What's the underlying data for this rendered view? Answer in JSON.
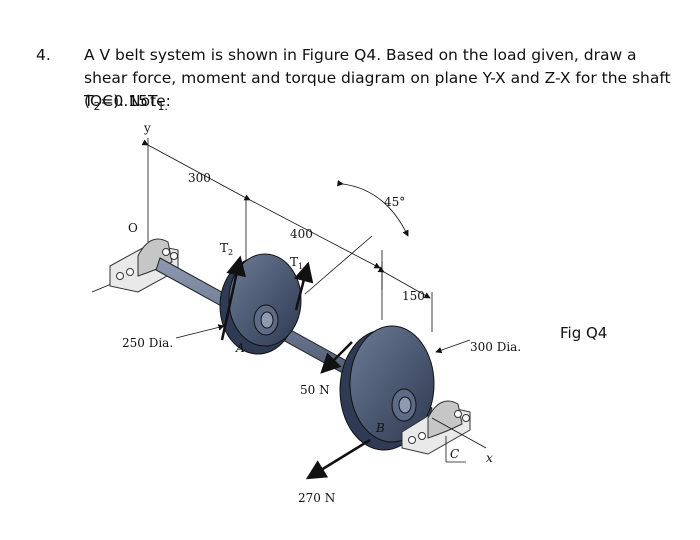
{
  "question": {
    "number": "4.",
    "text": "A V belt system is shown in Figure Q4. Based on the load given, draw a shear force, moment and torque diagram on plane Y-X and Z-X for the shaft (OC). Note:",
    "note_prefix": "T",
    "note_sub2": "2",
    "note_mid": "=0.15T",
    "note_sub1": "1."
  },
  "figure": {
    "caption": "Fig Q4",
    "labels": {
      "y_axis": "y",
      "origin": "O",
      "dim_300": "300",
      "dim_400": "400",
      "dim_150": "150",
      "angle": "45°",
      "t2": "T",
      "t2_sub": "2",
      "t1": "T",
      "t1_sub": "1",
      "pulley_a_dia": "250 Dia.",
      "point_a": "A",
      "force_50": "50 N",
      "force_270": "270 N",
      "point_b": "B",
      "pulley_b_dia": "300 Dia.",
      "point_c": "C",
      "x_axis": "x"
    }
  }
}
